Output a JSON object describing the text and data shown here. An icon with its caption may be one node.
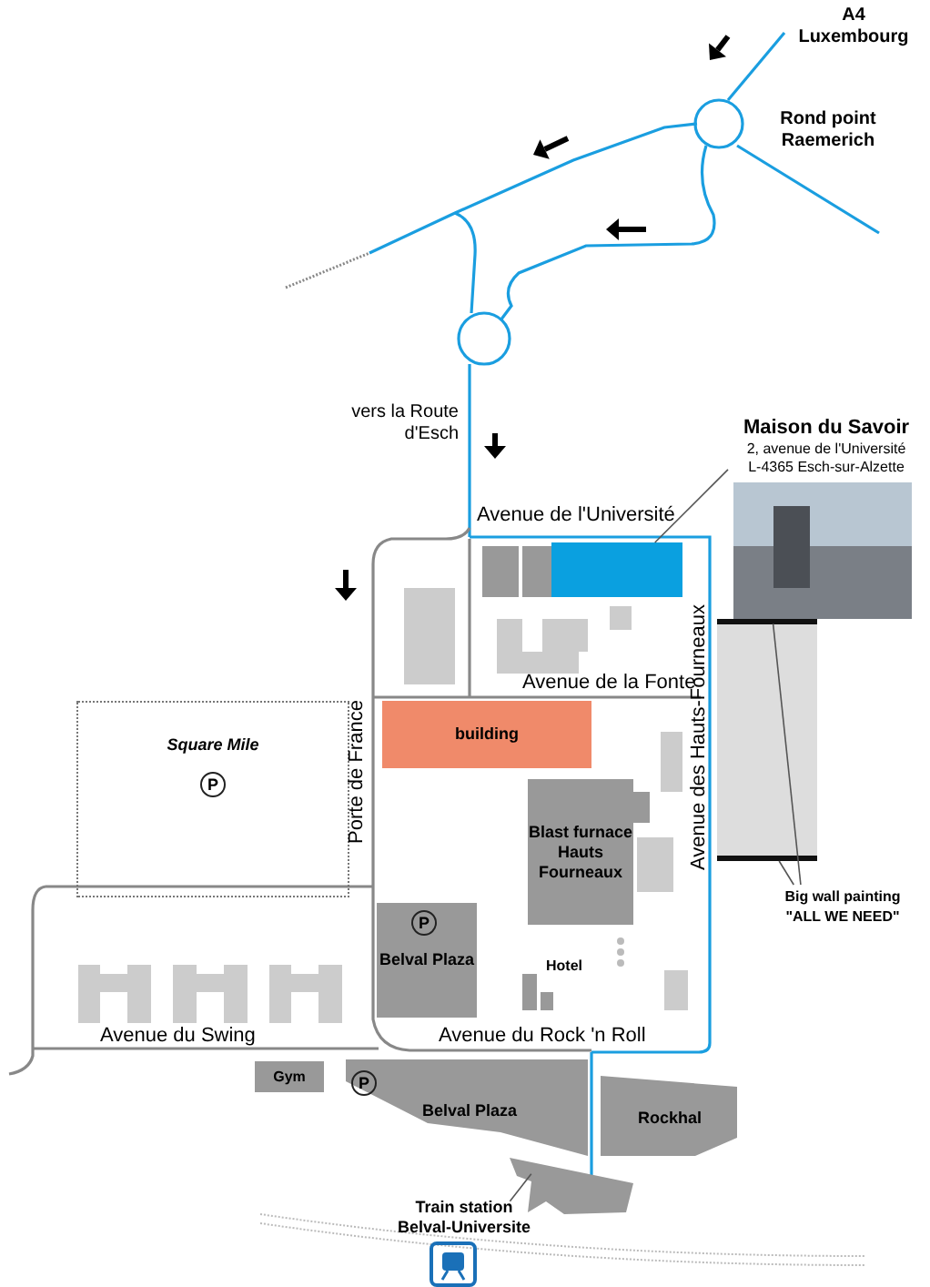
{
  "diagram": {
    "nodes": [
      {
        "text": [
          "Maison du Savoir",
          "2, avenue de l'Université L-4365 Esch-sur-Alzette"
        ]
      },
      {
        "text": [],
        "shape": "box"
      },
      {
        "text": [
          "Square Mile"
        ]
      },
      {
        "text": [
          "building"
        ]
      },
      {
        "text": [
          "Belval Plaza"
        ]
      },
      {
        "text": [
          "Blast furnace Hauts Fourneaux"
        ]
      },
      {
        "text": [],
        "shape": "box"
      },
      {
        "text": [
          "Big wall painting \"ALL WE NEED\""
        ]
      },
      {
        "text": [
          "Gym"
        ]
      },
      {
        "text": [
          "Belval Plaza"
        ]
      },
      {
        "text": [
          "Rockhal"
        ]
      },
      {
        "text": [],
        "shape": "box"
      },
      {
        "text": [
          "Train station Belval-Universite"
        ]
      }
    ],
    "edges": [
      {
        "from": 0,
        "to": 1,
        "arrow": "none"
      },
      {
        "from": 7,
        "to": 6,
        "arrow": "none"
      },
      {
        "from": 7,
        "to": 6,
        "arrow": "none"
      },
      {
        "from": 12,
        "to": 11,
        "arrow": "none"
      }
    ],
    "labels": [
      "A4 Luxembourg",
      "Rond point Raemerich",
      "vers la Route d'Esch",
      "Avenue de l'Université",
      "Avenue des Hauts-Fourneaux",
      "Avenue de la Fonte",
      "Porte de France",
      "P",
      "P",
      "Hotel",
      "Avenue du Swing",
      "Avenue du Rock 'n Roll",
      "P"
    ]
  }
}
